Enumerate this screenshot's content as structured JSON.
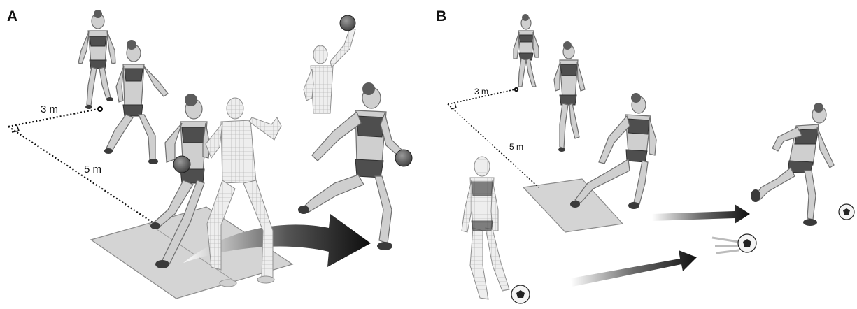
{
  "panels": {
    "a": {
      "letter": "A",
      "distance_short": "3 m",
      "distance_long": "5 m"
    },
    "b": {
      "letter": "B",
      "distance_short": "3 m",
      "distance_long": "5 m"
    }
  },
  "colors": {
    "arrow_dark": "#111111",
    "mat": "#d4d4d4",
    "figure_skin": "#cfcfcf",
    "figure_suit": "#4e4e4e"
  }
}
